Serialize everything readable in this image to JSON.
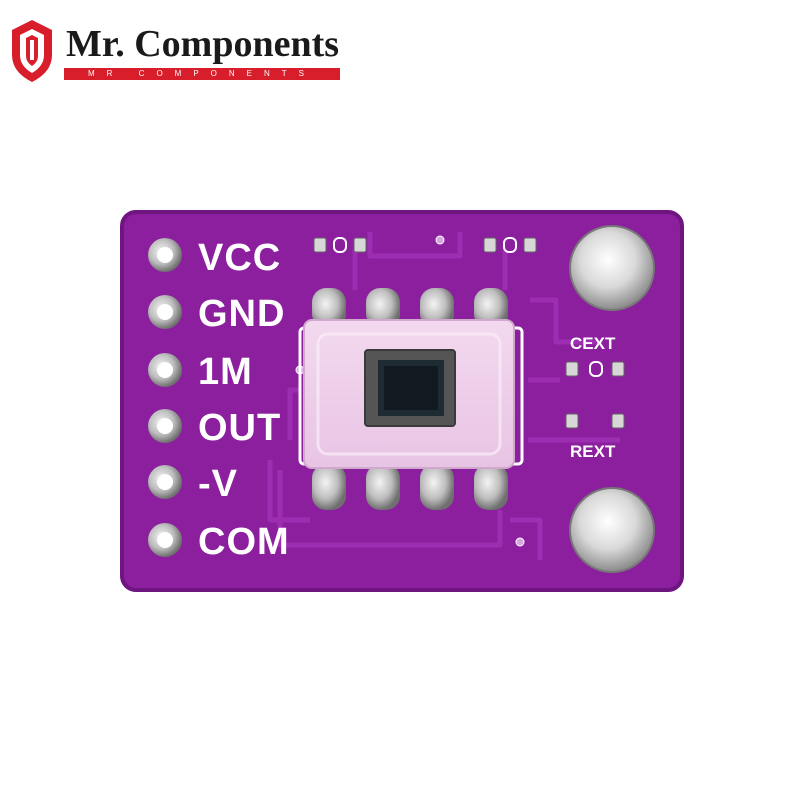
{
  "brand": {
    "name": "Mr. Components",
    "subtitle": "MR COMPONENTS",
    "colors": {
      "red": "#d81e2a",
      "text": "#1a1a1a"
    }
  },
  "board": {
    "pcb_color": "#8b1f9e",
    "pins": [
      "VCC",
      "GND",
      "1M",
      "OUT",
      "-V",
      "COM"
    ],
    "labels": {
      "cext": "CEXT",
      "rext": "REXT"
    }
  }
}
